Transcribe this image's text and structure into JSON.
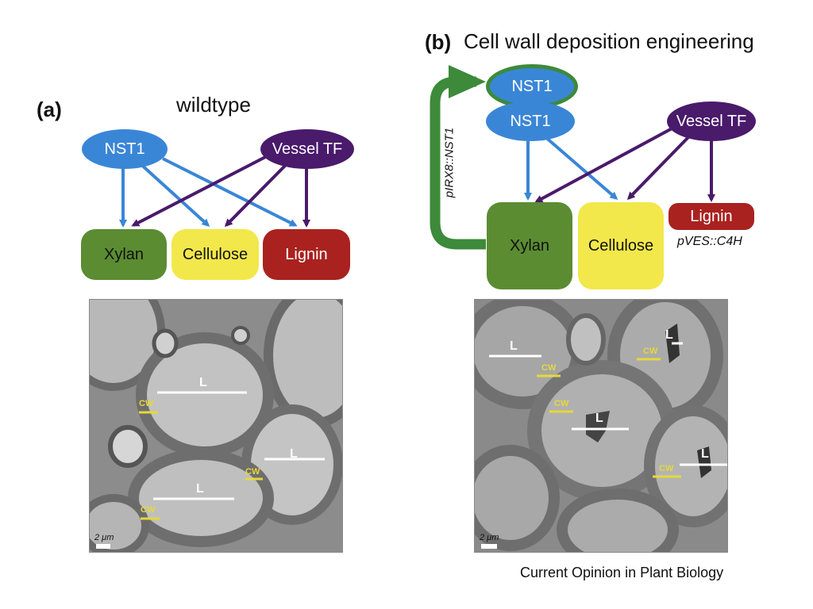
{
  "panel_a": {
    "label": "(a)",
    "title": "wildtype",
    "nodes": {
      "nst1": "NST1",
      "vessel_tf": "Vessel TF",
      "xylan": "Xylan",
      "cellulose": "Cellulose",
      "lignin": "Lignin"
    },
    "micrograph": {
      "lumen_label": "L",
      "cell_wall_label": "CW",
      "scale": "2 μm"
    }
  },
  "panel_b": {
    "label": "(b)",
    "title": "Cell wall deposition engineering",
    "nodes": {
      "nst1_top": "NST1",
      "nst1": "NST1",
      "vessel_tf": "Vessel TF",
      "xylan": "Xylan",
      "cellulose": "Cellulose",
      "lignin": "Lignin"
    },
    "loop_label": "pIRX8::NST1",
    "lignin_label": "pVES::C4H",
    "micrograph": {
      "lumen_label": "L",
      "cell_wall_label": "CW",
      "scale": "2 μm"
    }
  },
  "credit": "Current Opinion in Plant Biology",
  "colors": {
    "nst1_blue": "#3a86d6",
    "vessel_purple": "#4a1a6b",
    "xylan_green": "#5b8c32",
    "cellulose_yellow": "#f2e84b",
    "lignin_red": "#a9221f",
    "loop_green": "#3d8a3a",
    "cw_yellow": "#e6d83a"
  }
}
